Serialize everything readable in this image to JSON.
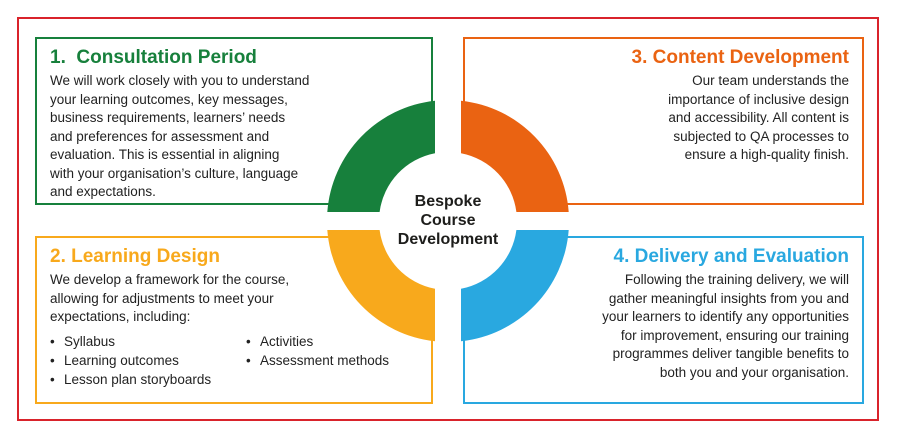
{
  "palette": {
    "frame_red": "#d9232b",
    "green": "#17803c",
    "yellow": "#f8a91c",
    "orange": "#ea6312",
    "blue": "#29a8e0",
    "body_text": "#222222",
    "center_text": "#1d1d1b",
    "background": "#ffffff"
  },
  "ui": {
    "bullet": "•"
  },
  "center": {
    "label": "Bespoke\nCourse\nDevelopment"
  },
  "quadrants": [
    {
      "number": "1",
      "title": "1.  Consultation Period",
      "color": "#17803c",
      "body": "We will work closely with you to understand\nyour learning outcomes, key messages,\nbusiness requirements, learners’ needs\nand preferences for assessment and\nevaluation. This is essential in aligning\nwith your organisation’s culture, language\nand expectations."
    },
    {
      "number": "2",
      "title": "2. Learning Design",
      "color": "#f8a91c",
      "body": "We develop a framework for the course,\nallowing for adjustments to meet your\nexpectations, including:",
      "bullets_col1": [
        "Syllabus",
        "Learning outcomes",
        "Lesson plan storyboards"
      ],
      "bullets_col2": [
        "Activities",
        "Assessment methods"
      ]
    },
    {
      "number": "3",
      "title": "3. Content Development",
      "color": "#ea6312",
      "body": "Our team understands the\nimportance of inclusive design\nand accessibility. All content is\nsubjected to QA processes to\nensure a high-quality finish."
    },
    {
      "number": "4",
      "title": "4. Delivery and Evaluation",
      "color": "#29a8e0",
      "body": "Following the training delivery, we will\ngather meaningful insights from you and\nyour learners to identify any opportunities\nfor improvement, ensuring our training\nprogrammes deliver tangible benefits to\nboth you and your organisation."
    }
  ]
}
